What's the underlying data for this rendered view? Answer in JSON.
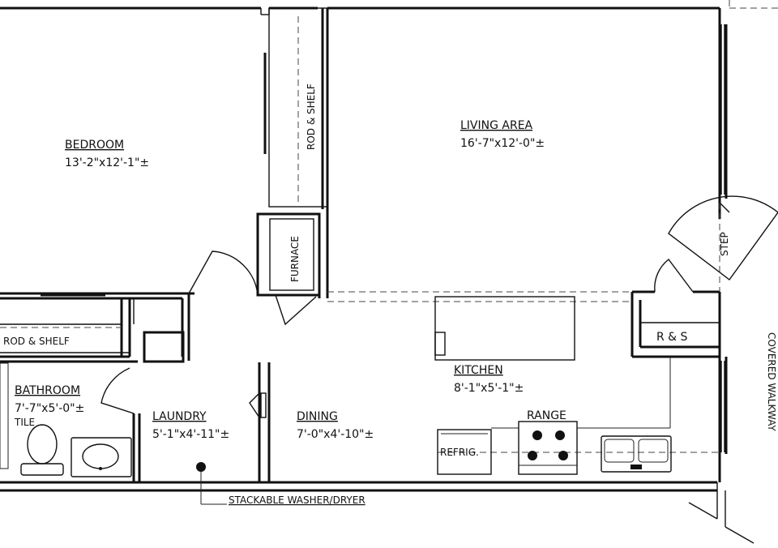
{
  "rooms": {
    "bedroom": {
      "name": "BEDROOM",
      "dims": "13'-2\"x12'-1\"±"
    },
    "living": {
      "name": "LIVING AREA",
      "dims": "16'-7\"x12'-0\"±"
    },
    "kitchen": {
      "name": "KITCHEN",
      "dims": "8'-1\"x5'-1\"±"
    },
    "bathroom": {
      "name": "BATHROOM",
      "dims": "7'-7\"x5'-0\"±",
      "floor": "TILE"
    },
    "laundry": {
      "name": "LAUNDRY",
      "dims": "5'-1\"x4'-11\"±"
    },
    "dining": {
      "name": "DINING",
      "dims": "7'-0\"x4'-10\"±"
    }
  },
  "fixtures": {
    "rod_shelf_vertical": "ROD & SHELF",
    "rod_shelf_horizontal": "ROD & SHELF",
    "furnace": "FURNACE",
    "step": "STEP",
    "range": "RANGE",
    "refrig": "REFRIG.",
    "rs": "R & S"
  },
  "annotations": {
    "washer_dryer": "STACKABLE WASHER/DRYER",
    "walkway": "COVERED WALKWAY"
  }
}
